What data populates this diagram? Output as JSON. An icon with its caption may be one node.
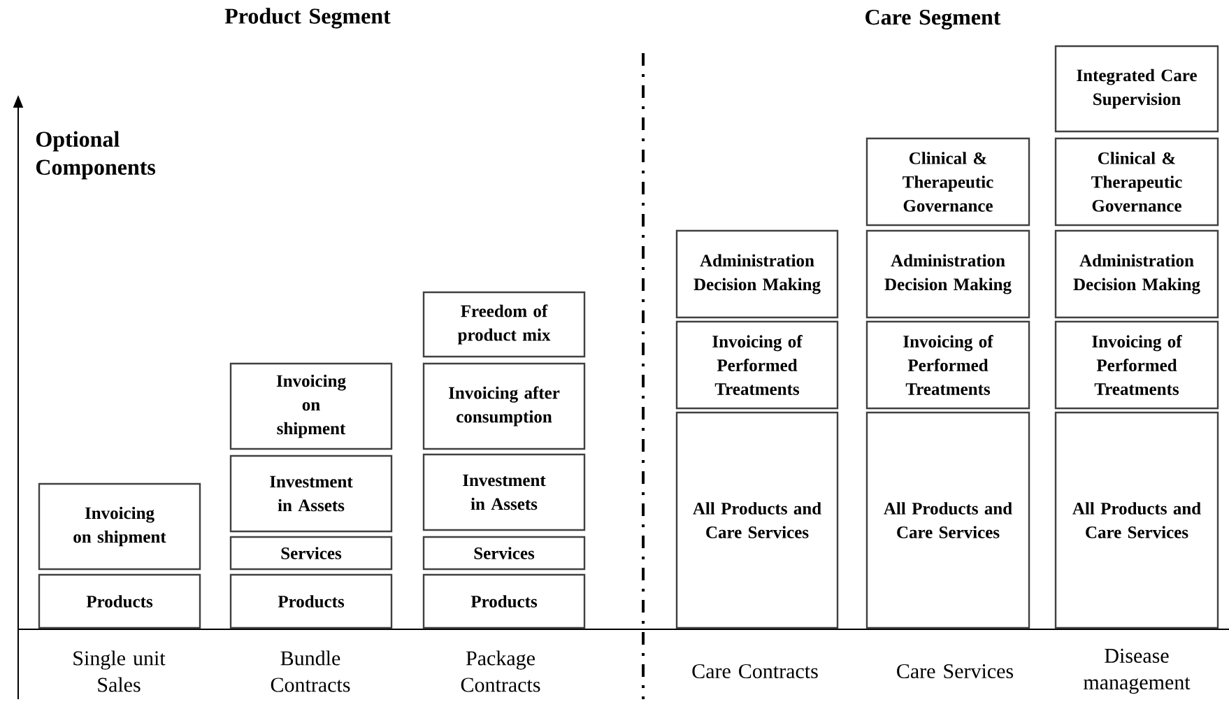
{
  "diagram": {
    "nodes": [
      {
        "text": [
          "Invoicing on shipment"
        ]
      },
      {
        "text": [
          "Products"
        ]
      },
      {
        "text": [
          "Invoicing on shipment"
        ]
      },
      {
        "text": [
          "Investment in Assets"
        ]
      },
      {
        "text": [
          "Services"
        ]
      },
      {
        "text": [
          "Products"
        ]
      },
      {
        "text": [
          "Freedom of product mix"
        ]
      },
      {
        "text": [
          "Invoicing after consumption"
        ]
      },
      {
        "text": [
          "Investment in Assets"
        ]
      },
      {
        "text": [
          "Services"
        ]
      },
      {
        "text": [
          "Products"
        ]
      },
      {
        "text": [
          "Administration Decision Making"
        ]
      },
      {
        "text": [
          "Invoicing of Performed Treatments"
        ]
      },
      {
        "text": [
          "All Products and Care Services"
        ]
      },
      {
        "text": [
          "Clinical & Therapeutic Governance"
        ]
      },
      {
        "text": [
          "Administration Decision Making"
        ]
      },
      {
        "text": [
          "Invoicing of Performed Treatments"
        ]
      },
      {
        "text": [
          "All Products and Care Services"
        ]
      },
      {
        "text": [
          "Integrated Care Supervision"
        ]
      },
      {
        "text": [
          "Clinical & Therapeutic Governance"
        ]
      },
      {
        "text": [
          "Administration Decision Making"
        ]
      },
      {
        "text": [
          "Invoicing of Performed Treatments"
        ]
      },
      {
        "text": [
          "All Products and Care Services"
        ]
      }
    ],
    "labels": [
      "Product Segment",
      "Care Segment",
      "Optional Components",
      "Single unit Sales",
      "Bundle Contracts",
      "Package Contracts",
      "Care Contracts",
      "Care Services",
      "Disease management"
    ]
  }
}
